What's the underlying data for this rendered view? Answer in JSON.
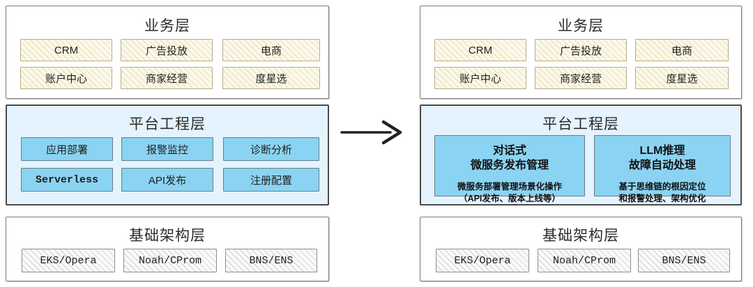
{
  "diagram": {
    "title_before": "业务层",
    "arrow_icon": "right-arrow-icon"
  },
  "left": {
    "business": {
      "title": "业务层",
      "row1": [
        "CRM",
        "广告投放",
        "电商"
      ],
      "row2": [
        "账户中心",
        "商家经营",
        "度星选"
      ]
    },
    "platform": {
      "title": "平台工程层",
      "row1": [
        "应用部署",
        "报警监控",
        "诊断分析"
      ],
      "row2": [
        "Serverless",
        "API发布",
        "注册配置"
      ]
    },
    "infra": {
      "title": "基础架构层",
      "row1": [
        "EKS/Opera",
        "Noah/CProm",
        "BNS/ENS"
      ]
    }
  },
  "right": {
    "business": {
      "title": "业务层",
      "row1": [
        "CRM",
        "广告投放",
        "电商"
      ],
      "row2": [
        "账户中心",
        "商家经营",
        "度星选"
      ]
    },
    "platform": {
      "title": "平台工程层",
      "cards": [
        {
          "head": "对话式\n微服务发布管理",
          "body": "微服务部署管理场景化操作\n（API发布、版本上线等）"
        },
        {
          "head": "LLM推理\n故障自动处理",
          "body": "基于思维链的根因定位\n和报警处理、架构优化"
        }
      ]
    },
    "infra": {
      "title": "基础架构层",
      "row1": [
        "EKS/Opera",
        "Noah/CProm",
        "BNS/ENS"
      ]
    }
  },
  "colors": {
    "platform_bg": "#e4f3fd",
    "platform_cell": "#8bd3f2",
    "business_cell": "#fbf8ec",
    "infra_cell": "#fafafa",
    "border_dark": "#4a4a4a"
  }
}
